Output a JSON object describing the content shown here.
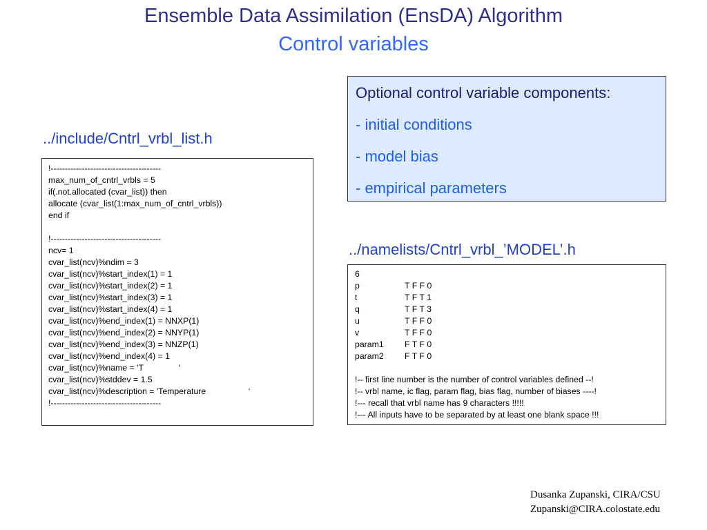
{
  "title": {
    "main": "Ensemble Data Assimilation (EnsDA) Algorithm",
    "sub": "Control variables"
  },
  "left_file_label": "../include/Cntrl_vrbl_list.h",
  "left_code": [
    "!---------------------------------------",
    "max_num_of_cntrl_vrbls = 5",
    "if(.not.allocated (cvar_list)) then",
    "allocate (cvar_list(1:max_num_of_cntrl_vrbls))",
    "end if",
    "",
    "!---------------------------------------",
    "ncv= 1",
    "cvar_list(ncv)%ndim = 3",
    "cvar_list(ncv)%start_index(1) = 1",
    "cvar_list(ncv)%start_index(2) = 1",
    "cvar_list(ncv)%start_index(3) = 1",
    "cvar_list(ncv)%start_index(4) = 1",
    "cvar_list(ncv)%end_index(1) = NNXP(1)",
    "cvar_list(ncv)%end_index(2) = NNYP(1)",
    "cvar_list(ncv)%end_index(3) = NNZP(1)",
    "cvar_list(ncv)%end_index(4) = 1",
    "cvar_list(ncv)%name = 'T               '",
    "cvar_list(ncv)%stddev = 1.5",
    "cvar_list(ncv)%description = 'Temperature                  ‘",
    "!---------------------------------------"
  ],
  "optional": {
    "heading": "Optional control variable components:",
    "items": [
      "- initial conditions",
      "- model bias",
      "- empirical parameters"
    ]
  },
  "right_file_label": "../namelists/Cntrl_vrbl_’MODEL’.h",
  "namelist": {
    "count": "6",
    "rows": [
      {
        "name": "p",
        "flags": "T F F 0"
      },
      {
        "name": "t",
        "flags": "T F T 1"
      },
      {
        "name": "q",
        "flags": "T F T 3"
      },
      {
        "name": "u",
        "flags": "T F F 0"
      },
      {
        "name": "v",
        "flags": "T F F 0"
      },
      {
        "name": "param1",
        "flags": "F T F 0"
      },
      {
        "name": "param2",
        "flags": "F T F 0"
      }
    ],
    "comments": [
      "!-- first line number is the number of control variables defined --!",
      "!-- vrbl name, ic flag, param flag, bias flag, number of biases ----!",
      "!--- recall that vrbl name has 9 characters !!!!!",
      "!--- All inputs have to be separated by at least one blank space !!!"
    ]
  },
  "footer": {
    "line1": "Dusanka Zupanski,  CIRA/CSU",
    "line2": "Zupanski@CIRA.colostate.edu"
  }
}
